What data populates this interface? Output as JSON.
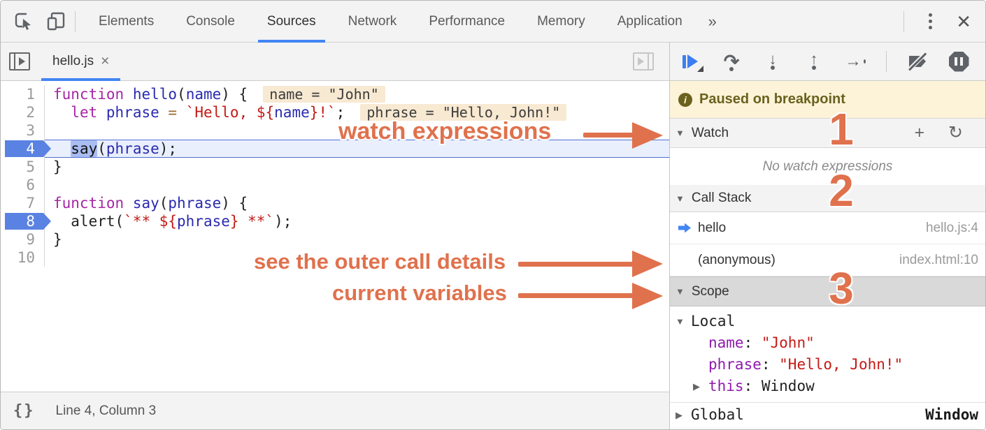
{
  "colors": {
    "accent_blue": "#4285f4",
    "breakpoint_blue": "#5a82e2",
    "exec_line_bg": "#e9effc",
    "annotation_orange": "#e0714d",
    "paused_bg": "#fcf3d8",
    "paused_text_color": "#6b611f",
    "keyword": "#a626a4",
    "identifier": "#2a2ab0",
    "string": "#c41a16",
    "inline_eval_bg": "#f8e9d2"
  },
  "icons": {
    "tri_down": "▼",
    "tri_right": "▶",
    "more_tabs": "»",
    "close": "✕",
    "tab_close": "×",
    "add": "+",
    "refresh": "↻",
    "format": "{}",
    "info": "i",
    "step_over_arrow": "↷",
    "step_into_arrow": "↓",
    "step_out_arrow": "↑",
    "step_arrow": "→"
  },
  "toolbar": {
    "tabs": [
      "Elements",
      "Console",
      "Sources",
      "Network",
      "Performance",
      "Memory",
      "Application"
    ],
    "active_tab": "Sources"
  },
  "file_tabs": {
    "active_file": "hello.js"
  },
  "editor": {
    "breakpoints": [
      4,
      8
    ],
    "current_line": 4,
    "lines": [
      {
        "num": 1,
        "tokens": [
          {
            "c": "k",
            "t": "function"
          },
          {
            "c": "p",
            "t": " "
          },
          {
            "c": "d",
            "t": "hello"
          },
          {
            "c": "p",
            "t": "("
          },
          {
            "c": "d",
            "t": "name"
          },
          {
            "c": "p",
            "t": ") {"
          }
        ],
        "badge": "name = \"John\""
      },
      {
        "num": 2,
        "tokens": [
          {
            "c": "p",
            "t": "  "
          },
          {
            "c": "k",
            "t": "let"
          },
          {
            "c": "p",
            "t": " "
          },
          {
            "c": "d",
            "t": "phrase"
          },
          {
            "c": "p",
            "t": " "
          },
          {
            "c": "o",
            "t": "="
          },
          {
            "c": "p",
            "t": " "
          },
          {
            "c": "s",
            "t": "`Hello, ${"
          },
          {
            "c": "d",
            "t": "name"
          },
          {
            "c": "s",
            "t": "}!`"
          },
          {
            "c": "p",
            "t": ";"
          }
        ],
        "badge": "phrase = \"Hello, John!\""
      },
      {
        "num": 3,
        "tokens": []
      },
      {
        "num": 4,
        "tokens": [
          {
            "c": "p",
            "t": "  "
          },
          {
            "c": "hl",
            "t": "say"
          },
          {
            "c": "p",
            "t": "("
          },
          {
            "c": "d",
            "t": "phrase"
          },
          {
            "c": "p",
            "t": ");"
          }
        ]
      },
      {
        "num": 5,
        "tokens": [
          {
            "c": "p",
            "t": "}"
          }
        ]
      },
      {
        "num": 6,
        "tokens": []
      },
      {
        "num": 7,
        "tokens": [
          {
            "c": "k",
            "t": "function"
          },
          {
            "c": "p",
            "t": " "
          },
          {
            "c": "d",
            "t": "say"
          },
          {
            "c": "p",
            "t": "("
          },
          {
            "c": "d",
            "t": "phrase"
          },
          {
            "c": "p",
            "t": ") {"
          }
        ],
        "badge": null
      },
      {
        "num": 8,
        "tokens": [
          {
            "c": "p",
            "t": "  alert("
          },
          {
            "c": "s",
            "t": "`** ${"
          },
          {
            "c": "d",
            "t": "phrase"
          },
          {
            "c": "s",
            "t": "} **`"
          },
          {
            "c": "p",
            "t": ");"
          }
        ]
      },
      {
        "num": 9,
        "tokens": [
          {
            "c": "p",
            "t": "}"
          }
        ]
      },
      {
        "num": 10,
        "tokens": []
      }
    ]
  },
  "status_bar": {
    "format_icon": "{}",
    "cursor_position": "Line 4, Column 3"
  },
  "debugger": {
    "paused_message": "Paused on breakpoint",
    "watch": {
      "title": "Watch",
      "empty_message": "No watch expressions"
    },
    "call_stack": {
      "title": "Call Stack",
      "frames": [
        {
          "name": "hello",
          "location": "hello.js:4",
          "current": true
        },
        {
          "name": "(anonymous)",
          "location": "index.html:10",
          "current": false
        }
      ]
    },
    "scope": {
      "title": "Scope",
      "rows": [
        {
          "indent": 0,
          "arrow": "down",
          "tokens": [
            {
              "c": "plain",
              "t": "Local"
            }
          ],
          "right": null,
          "sep": false
        },
        {
          "indent": 1,
          "arrow": "none",
          "tokens": [
            {
              "c": "prop",
              "t": "name"
            },
            {
              "c": "plain",
              "t": ": "
            },
            {
              "c": "str",
              "t": "\"John\""
            }
          ],
          "right": null,
          "sep": false
        },
        {
          "indent": 1,
          "arrow": "none",
          "tokens": [
            {
              "c": "prop",
              "t": "phrase"
            },
            {
              "c": "plain",
              "t": ": "
            },
            {
              "c": "str",
              "t": "\"Hello, John!\""
            }
          ],
          "right": null,
          "sep": false
        },
        {
          "indent": 1,
          "arrow": "right",
          "tokens": [
            {
              "c": "prop",
              "t": "this"
            },
            {
              "c": "plain",
              "t": ": "
            },
            {
              "c": "plain",
              "t": "Window"
            }
          ],
          "right": null,
          "sep": false
        },
        {
          "indent": 0,
          "arrow": "right",
          "tokens": [
            {
              "c": "plain",
              "t": "Global"
            }
          ],
          "right": "Window",
          "sep": true
        }
      ]
    }
  },
  "annotations": {
    "watch_label": "watch expressions",
    "outer_call_label": "see the outer call details",
    "variables_label": "current variables",
    "num1": "1",
    "num2": "2",
    "num3": "3"
  }
}
